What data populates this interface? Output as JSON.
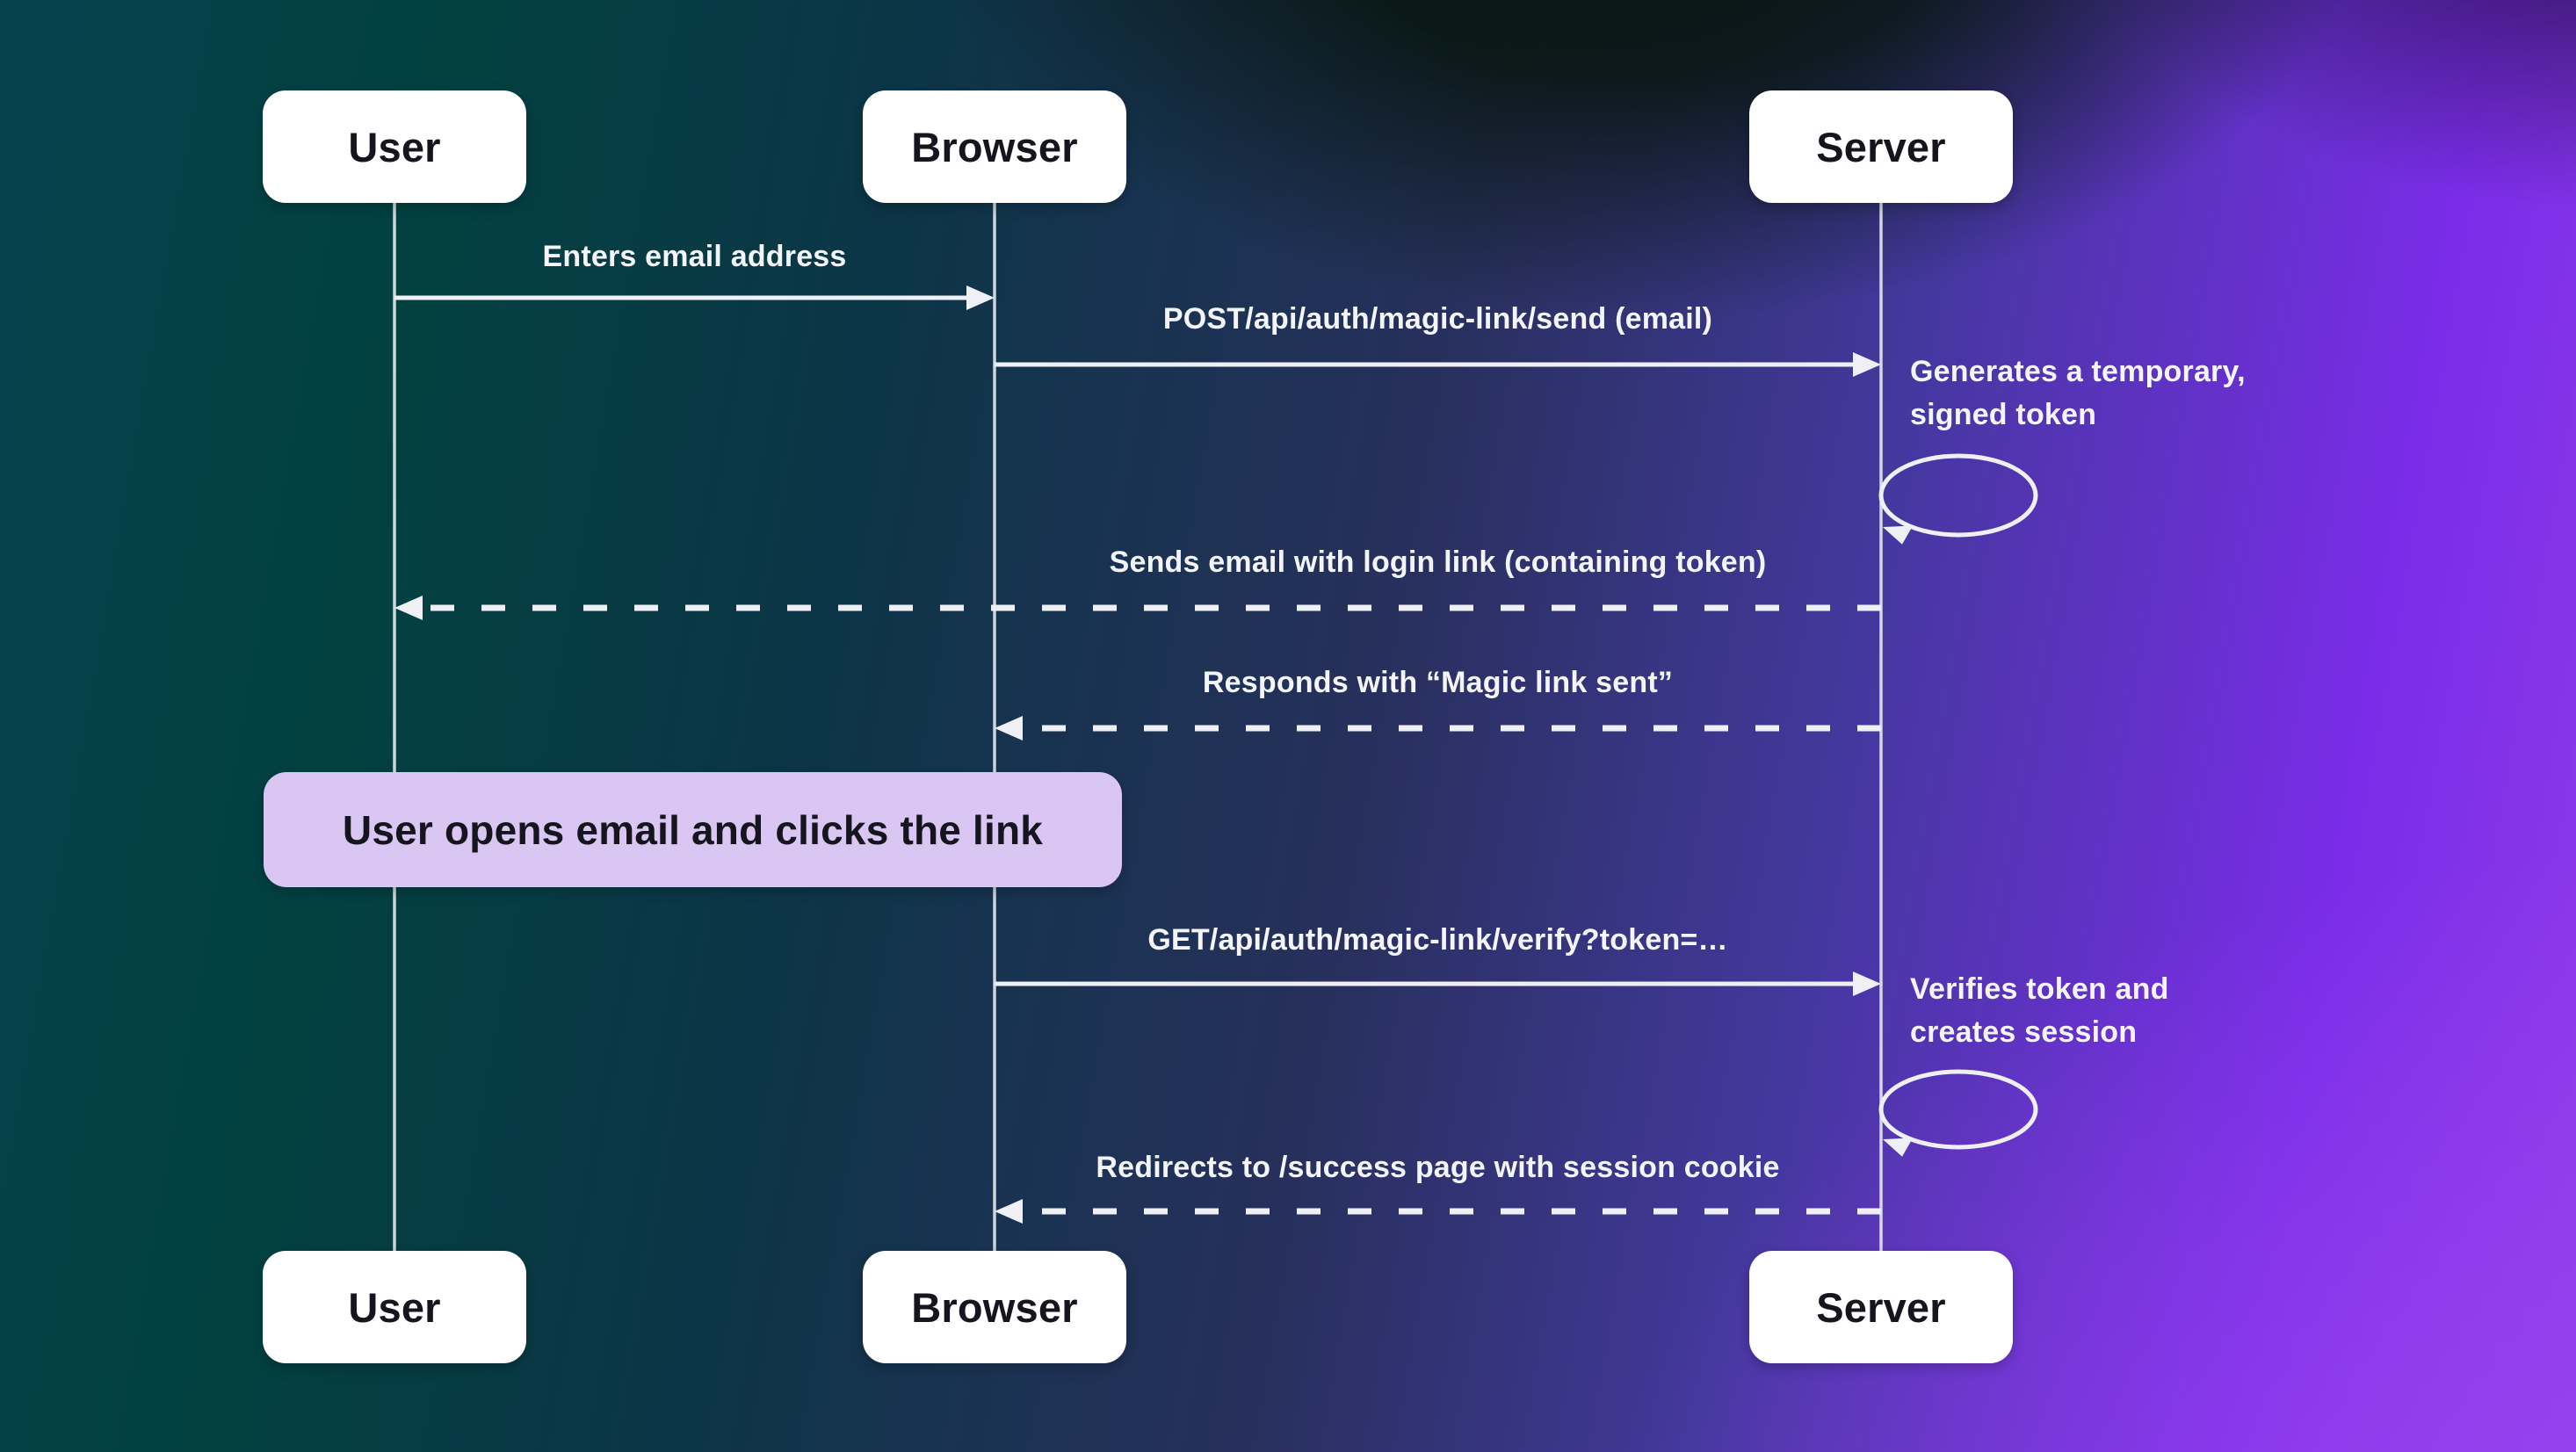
{
  "actors": [
    {
      "id": "user",
      "label": "User"
    },
    {
      "id": "browser",
      "label": "Browser"
    },
    {
      "id": "server",
      "label": "Server"
    }
  ],
  "messages": [
    {
      "id": "enters-email",
      "label": "Enters email address",
      "from": "user",
      "to": "browser",
      "line": "solid"
    },
    {
      "id": "post-send",
      "label": "POST/api/auth/magic-link/send (email)",
      "from": "browser",
      "to": "server",
      "line": "solid"
    },
    {
      "id": "sends-email",
      "label": "Sends email with login link (containing token)",
      "from": "server",
      "to": "user",
      "line": "dashed"
    },
    {
      "id": "responds-sent",
      "label": "Responds with “Magic link sent”",
      "from": "server",
      "to": "browser",
      "line": "dashed"
    },
    {
      "id": "get-verify",
      "label": "GET/api/auth/magic-link/verify?token=…",
      "from": "browser",
      "to": "server",
      "line": "solid"
    },
    {
      "id": "redirects-success",
      "label": "Redirects to /success page with session cookie",
      "from": "server",
      "to": "browser",
      "line": "dashed"
    }
  ],
  "self_actions": [
    {
      "id": "generate-token",
      "actor": "server",
      "label": "Generates a temporary, signed token"
    },
    {
      "id": "verify-token",
      "actor": "server",
      "label": "Verifies token and creates session"
    }
  ],
  "note": {
    "label": "User opens email and clicks the link"
  },
  "colors": {
    "actor_box_bg": "#ffffff",
    "actor_text": "#15151e",
    "note_bg": "#d9c6f2",
    "note_text": "#15151e",
    "line": "#eef0f6",
    "label_text": "#f3f5fa",
    "bg_teal": "#05414e",
    "bg_green": "#024140",
    "bg_dark_green": "#06150d",
    "bg_navy": "#27305c",
    "bg_indigo": "#42389b",
    "bg_purple": "#8f3be9",
    "bg_dark_purple": "#1c0d36"
  }
}
